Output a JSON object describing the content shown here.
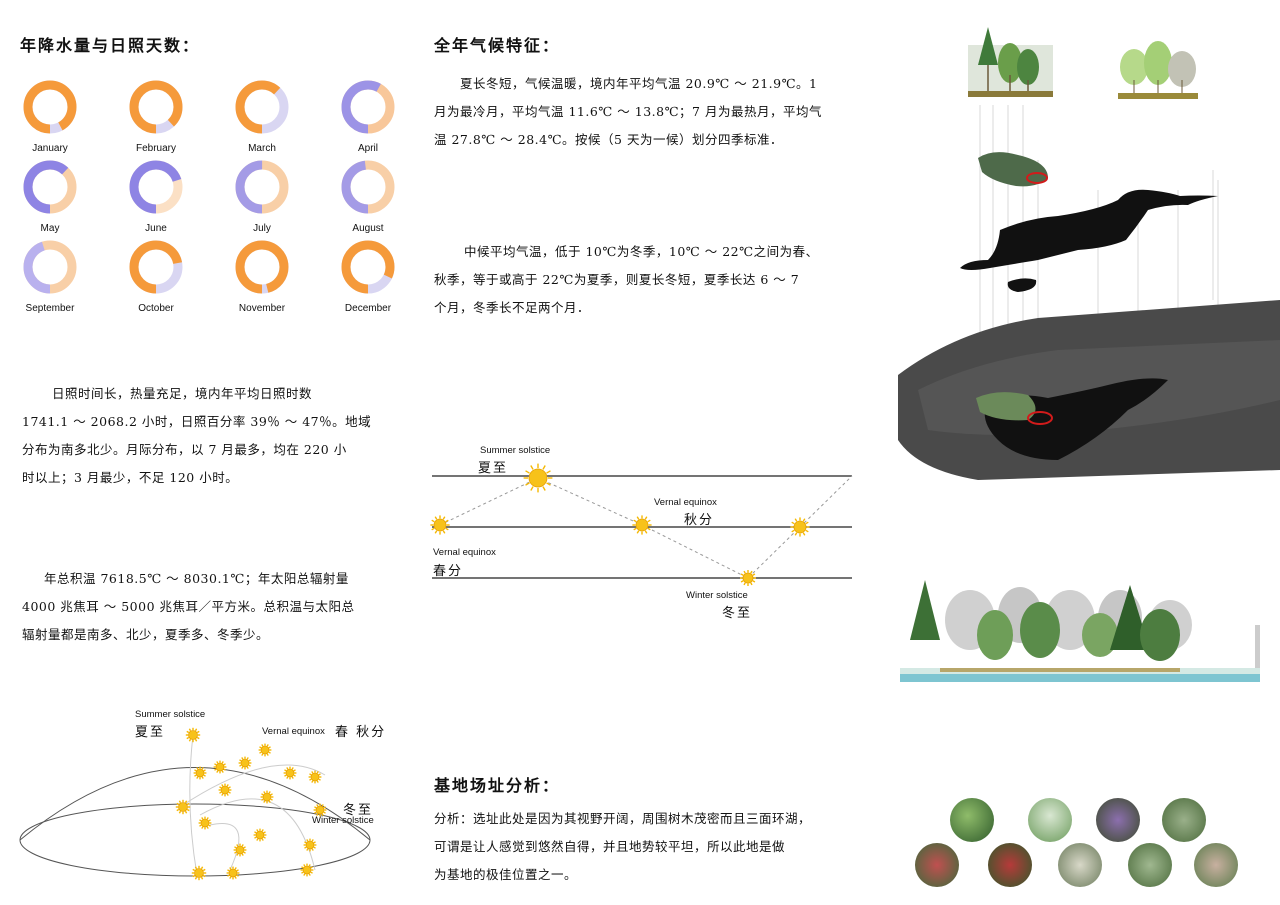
{
  "precip": {
    "title": "年降水量与日照天数：",
    "months": [
      {
        "label": "January",
        "value": 0.92,
        "color": "#f59a3b",
        "track": "#d9d6f2"
      },
      {
        "label": "February",
        "value": 0.88,
        "color": "#f59a3b",
        "track": "#d9d6f2"
      },
      {
        "label": "March",
        "value": 0.62,
        "color": "#f59a3b",
        "track": "#d9d6f2"
      },
      {
        "label": "April",
        "value": 0.58,
        "color": "#9c93e6",
        "track": "#f8c79a"
      },
      {
        "label": "May",
        "value": 0.62,
        "color": "#8e84e4",
        "track": "#f8cfa7"
      },
      {
        "label": "June",
        "value": 0.7,
        "color": "#8e84e4",
        "track": "#fbe0c5"
      },
      {
        "label": "July",
        "value": 0.5,
        "color": "#a49be6",
        "track": "#f8cfa7"
      },
      {
        "label": "August",
        "value": 0.48,
        "color": "#a49be6",
        "track": "#f8cfa7"
      },
      {
        "label": "September",
        "value": 0.45,
        "color": "#b9b1ee",
        "track": "#f8cfa7"
      },
      {
        "label": "October",
        "value": 0.72,
        "color": "#f59a3b",
        "track": "#d9d6f2"
      },
      {
        "label": "November",
        "value": 0.96,
        "color": "#f59a3b",
        "track": "#d9d6f2"
      },
      {
        "label": "December",
        "value": 0.82,
        "color": "#f59a3b",
        "track": "#d9d6f2"
      }
    ]
  },
  "sunshine": {
    "lines": [
      "日照时间长，热量充足，境内年平均日照时数",
      "1741.1 ～ 2068.2 小时，日照百分率 39％ ～ 47％。地域",
      "分布为南多北少。月际分布，以 7 月最多，均在 220 小",
      "时以上；3 月最少，不足 120 小时。"
    ]
  },
  "accum": {
    "lines": [
      "年总积温 7618.5℃ ～ 8030.1℃；年太阳总辐射量",
      "4000 兆焦耳 ～ 5000 兆焦耳／平方米。总积温与太阳总",
      "辐射量都是南多、北少，夏季多、冬季少。"
    ]
  },
  "climate": {
    "title": "全年气候特征：",
    "p1": [
      "夏长冬短，气候温暖，境内年平均气温 20.9℃ ～ 21.9℃。1",
      "月为最冷月，平均气温 11.6℃ ～ 13.8℃；7 月为最热月，平均气",
      "温 27.8℃ ～ 28.4℃。按候（5 天为一候）划分四季标准．"
    ],
    "p2": [
      "中候平均气温，低于 10℃为冬季，10℃ ～ 22℃之间为春、",
      "秋季，等于或高于 22℃为夏季，则夏长冬短，夏季长达 6 ～ 7",
      "个月，冬季长不足两个月．"
    ]
  },
  "solar_diagram": {
    "summer_en": "Summer solstice",
    "summer_cn": "夏至",
    "vernal_en_1": "Vernal equinox",
    "autumn_cn": "秋分",
    "vernal_en_2": "Vernal equinox",
    "spring_cn": "春分",
    "winter_en": "Winter solstice",
    "winter_cn": "冬至"
  },
  "dome_diagram": {
    "summer_en": "Summer solstice",
    "summer_cn": "夏至",
    "vernal_en": "Vernal equinox",
    "equinox_cn": "春  秋分",
    "winter_cn": "冬至",
    "winter_en": "Winter solstice"
  },
  "site": {
    "title": "基地场址分析：",
    "lines": [
      "分析：选址此处是因为其视野开阔，周围树木茂密而且三面环湖，",
      "可谓是让人感觉到悠然自得，并且地势较平坦，所以此地是做",
      "为基地的极佳位置之一。"
    ]
  },
  "colors": {
    "orange": "#f59a3b",
    "purple": "#8e84e4",
    "sun": "#f5b800"
  }
}
